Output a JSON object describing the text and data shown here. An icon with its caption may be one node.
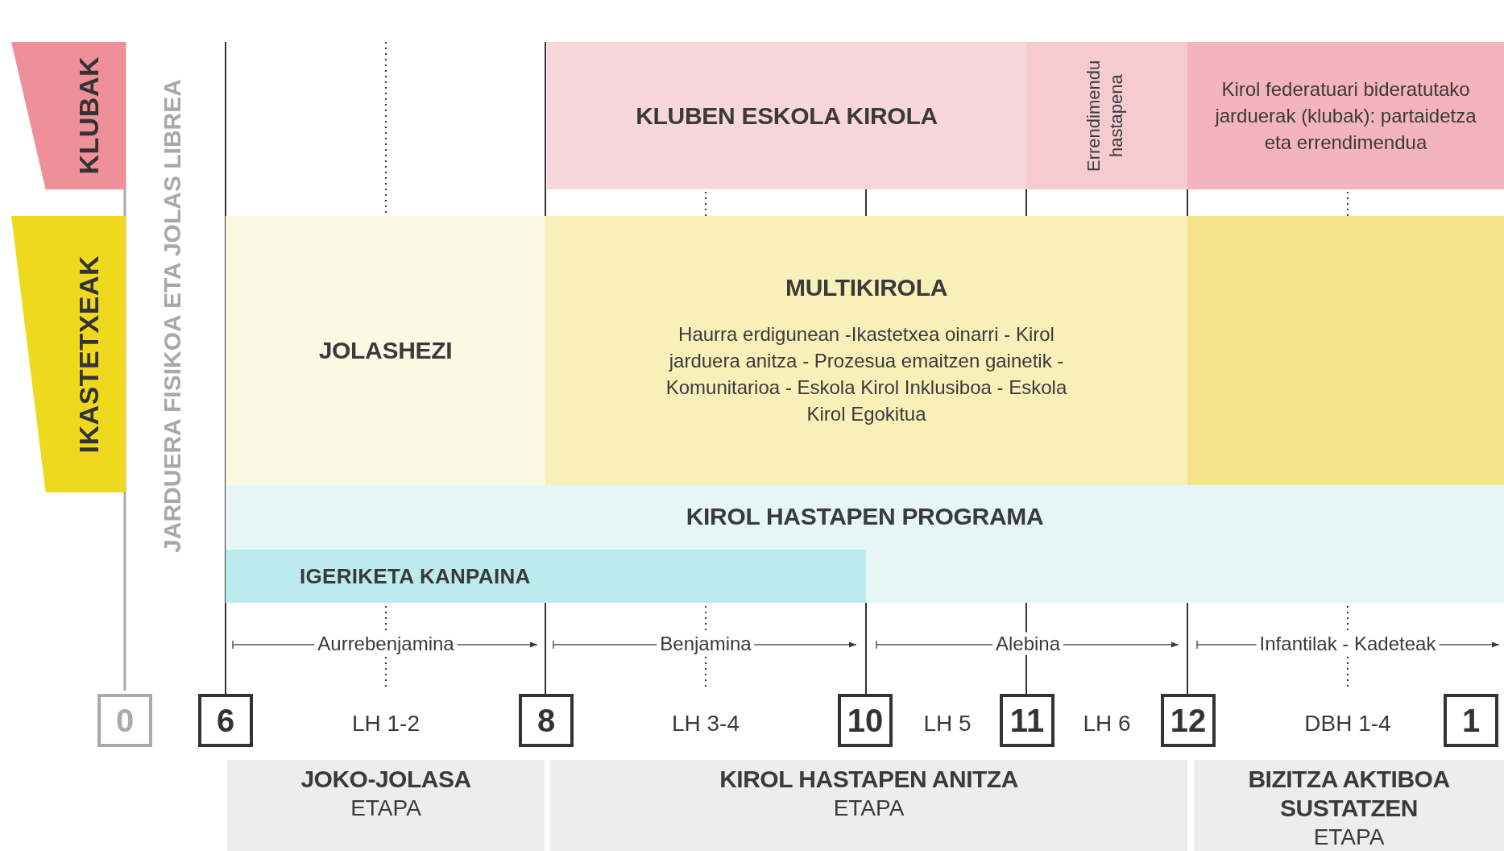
{
  "diagram": {
    "nodes": [
      {
        "text": [
          "KLUBAK"
        ]
      },
      {
        "text": [
          "IKASTETXEAK"
        ]
      },
      {
        "text": [
          "KLUBEN ESKOLA KIROLA"
        ]
      },
      {
        "text": [
          "Errendimendu hastapena"
        ]
      },
      {
        "text": [
          "Kirol federatuari bideratutako jarduerak (klubak): partaidetza eta errendimendua"
        ]
      },
      {
        "text": [
          "JOLASHEZI"
        ]
      },
      {
        "text": [
          "MULTIKIROLA",
          "Haurra erdigunean -Ikastetxea oinarri - Kirol jarduera anitza - Prozesua emaitzen gainetik -  Komunitarioa - Eskola Kirol Inklusiboa - Eskola Kirol Egokitua"
        ]
      },
      {
        "text": [],
        "shape": "box"
      },
      {
        "text": [
          "KIROL HASTAPEN  PROGRAMA"
        ]
      },
      {
        "text": [
          "IGERIKETA KANPAINA"
        ],
        "in": 8
      },
      {
        "text": [
          "JOKO-JOLASA",
          "ETAPA"
        ]
      },
      {
        "text": [
          "KIROL HASTAPEN ANITZA",
          "ETAPA"
        ]
      },
      {
        "text": [
          "BIZITZA AKTIBOA SUSTATZEN",
          "ETAPA"
        ]
      },
      {
        "text": [
          "0"
        ]
      },
      {
        "text": [
          "6"
        ]
      },
      {
        "text": [
          "8"
        ]
      },
      {
        "text": [
          "10"
        ]
      },
      {
        "text": [
          "11"
        ]
      },
      {
        "text": [
          "12"
        ]
      },
      {
        "text": [
          "1"
        ]
      }
    ],
    "labels": [
      "JARDUERA FISIKOA ETA JOLAS LIBREA",
      "Aurrebenjamina",
      "Benjamina",
      "Alebina",
      "Infantilak - Kadeteak",
      "LH 1-2",
      "LH 3-4",
      "LH 5",
      "LH 6",
      "DBH 1-4"
    ]
  }
}
